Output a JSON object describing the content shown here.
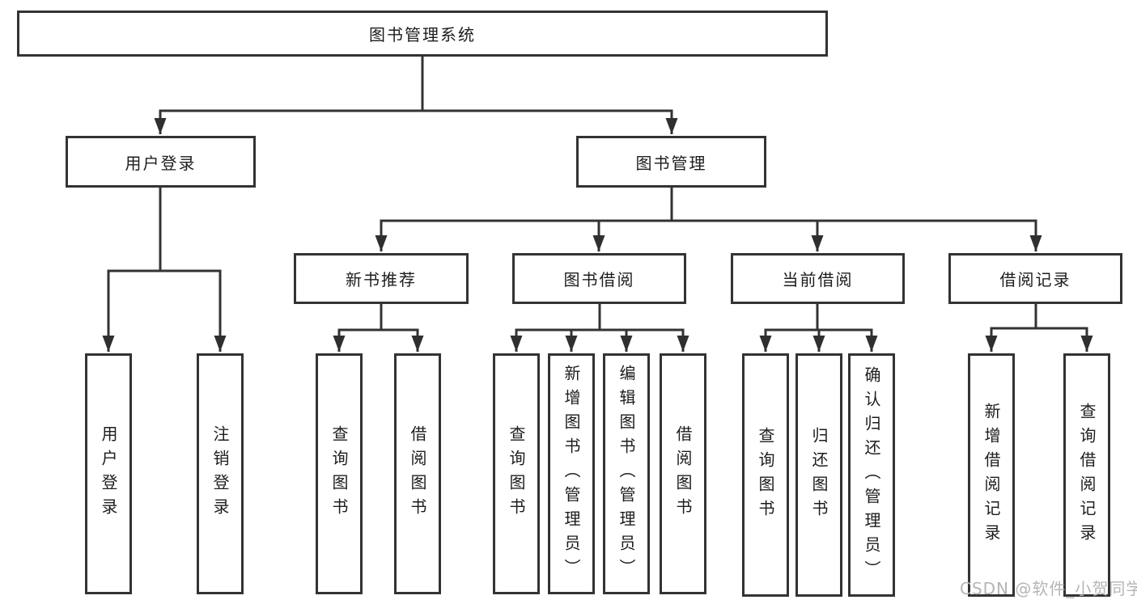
{
  "title": "图书管理系统",
  "level1": {
    "user_login": "用户登录",
    "book_mgmt": "图书管理"
  },
  "level2": {
    "new_books": "新书推荐",
    "book_borrow": "图书借阅",
    "current_borrow": "当前借阅",
    "borrow_records": "借阅记录"
  },
  "leaves": {
    "user_login": [
      "用户登录",
      "注销登录"
    ],
    "new_books": [
      "查询图书",
      "借阅图书"
    ],
    "book_borrow": [
      "查询图书",
      "新增图书（管理员）",
      "编辑图书（管理员）",
      "借阅图书"
    ],
    "current_borrow": [
      "查询图书",
      "归还图书",
      "确认归还（管理员）"
    ],
    "borrow_records": [
      "新增借阅记录",
      "查询借阅记录"
    ]
  },
  "watermark": "CSDN @软件_小贺同学",
  "colors": {
    "line": "#333333",
    "text": "#1d1d1d",
    "background": "#ffffff",
    "watermark": "#b5b5b5"
  }
}
